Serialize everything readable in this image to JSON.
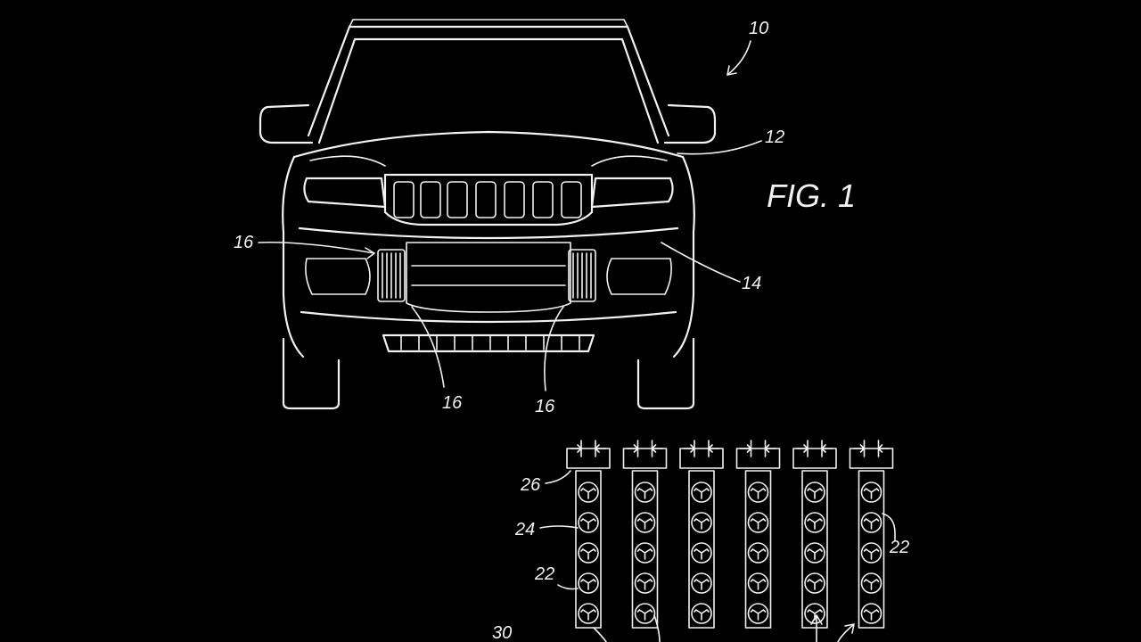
{
  "figure": {
    "title": "FIG. 1",
    "refs": {
      "vehicle": "10",
      "body": "12",
      "fascia": "14",
      "vent": "16",
      "column": "22",
      "element": "24",
      "housing": "26",
      "base": "30"
    }
  },
  "array": {
    "columns": 6,
    "elements_per_column": 5
  },
  "colors": {
    "background": "#000000",
    "line": "#f2f2f2"
  }
}
